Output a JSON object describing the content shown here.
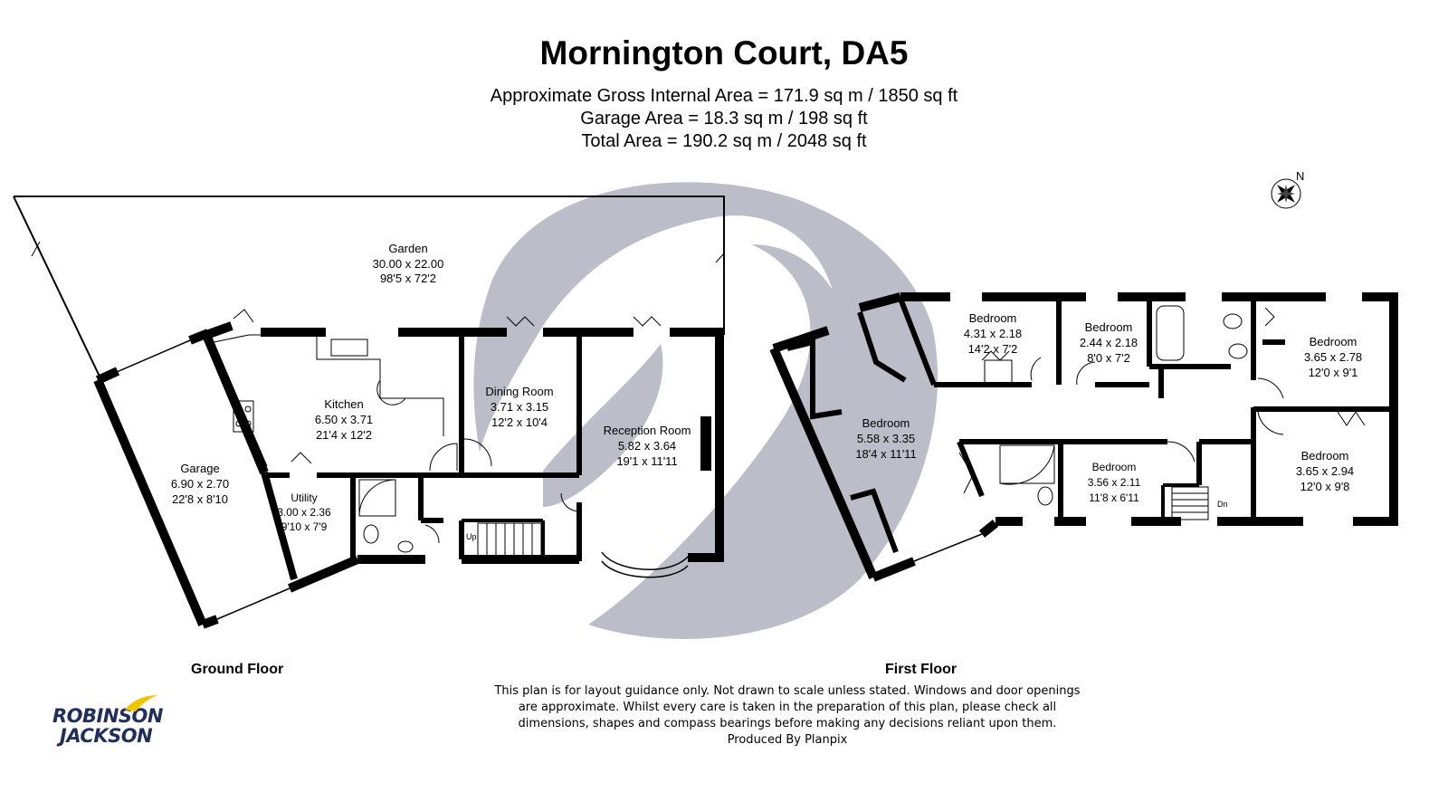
{
  "header": {
    "title": "Mornington Court, DA5",
    "gross_area": "Approximate Gross Internal Area = 171.9 sq m / 1850 sq ft",
    "garage_area": "Garage Area = 18.3 sq m / 198 sq ft",
    "total_area": "Total Area = 190.2 sq m / 2048 sq ft"
  },
  "compass": {
    "label": "N"
  },
  "ground_floor": {
    "label": "Ground Floor",
    "rooms": {
      "garden": {
        "name": "Garden",
        "metric": "30.00 x 22.00",
        "imperial": "98'5 x 72'2"
      },
      "kitchen": {
        "name": "Kitchen",
        "metric": "6.50 x 3.71",
        "imperial": "21'4 x 12'2"
      },
      "dining": {
        "name": "Dining Room",
        "metric": "3.71 x 3.15",
        "imperial": "12'2 x 10'4"
      },
      "reception": {
        "name": "Reception Room",
        "metric": "5.82 x 3.64",
        "imperial": "19'1 x 11'11"
      },
      "garage": {
        "name": "Garage",
        "metric": "6.90 x 2.70",
        "imperial": "22'8 x 8'10"
      },
      "utility": {
        "name": "Utility",
        "metric": "3.00 x 2.36",
        "imperial": "9'10 x 7'9"
      }
    },
    "stairs_label": "Up"
  },
  "first_floor": {
    "label": "First Floor",
    "rooms": {
      "bed_large": {
        "name": "Bedroom",
        "metric": "5.58 x 3.35",
        "imperial": "18'4 x 11'11"
      },
      "bed1": {
        "name": "Bedroom",
        "metric": "4.31 x 2.18",
        "imperial": "14'2 x 7'2"
      },
      "bed2": {
        "name": "Bedroom",
        "metric": "2.44 x 2.18",
        "imperial": "8'0 x 7'2"
      },
      "bed3": {
        "name": "Bedroom",
        "metric": "3.65 x 2.78",
        "imperial": "12'0 x 9'1"
      },
      "bed4": {
        "name": "Bedroom",
        "metric": "3.56 x 2.11",
        "imperial": "11'8 x 6'11"
      },
      "bed5": {
        "name": "Bedroom",
        "metric": "3.65 x 2.94",
        "imperial": "12'0 x 9'8"
      }
    },
    "stairs_label": "Dn"
  },
  "disclaimer": {
    "line1": "This plan is for layout guidance only. Not drawn to scale unless stated. Windows and door openings",
    "line2": "are approximate. Whilst every care is taken in the preparation of this plan, please check all",
    "line3": "dimensions, shapes and compass bearings before making any decisions reliant upon them.",
    "line4": "Produced By Planpix"
  },
  "logo": {
    "line1": "ROBINSON",
    "line2": "JACKSON",
    "color": "#1f2e5a",
    "accent": "#f5c400"
  },
  "colors": {
    "wall": "#000000",
    "watermark": "#b9b9c6"
  }
}
